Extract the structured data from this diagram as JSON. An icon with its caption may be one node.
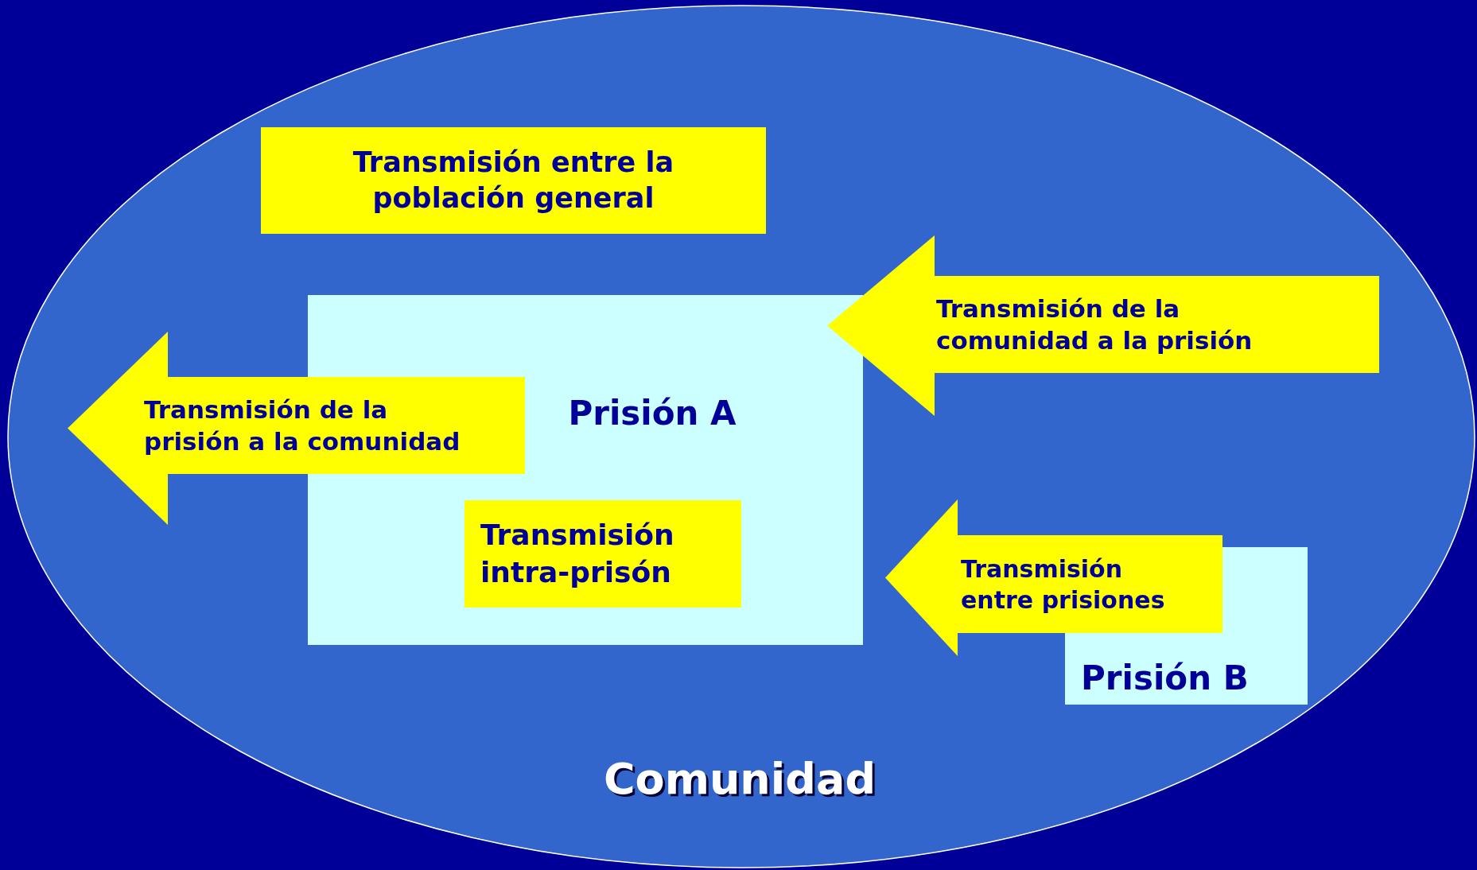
{
  "diagram": {
    "nodes": [
      {
        "text": [
          "Comunidad"
        ]
      },
      {
        "text": [
          "Transmisión entre la población general"
        ],
        "in": 0
      },
      {
        "text": [
          "Prisión A"
        ],
        "in": 0
      },
      {
        "text": [
          "Transmisión intra-prisón"
        ],
        "in": 2
      },
      {
        "text": [
          "Prisión B"
        ],
        "in": 0
      },
      {
        "text": [
          "Transmisión de la prisión a la comunidad"
        ],
        "in": 0
      },
      {
        "text": [
          "Transmisión de la comunidad a la prisión"
        ],
        "in": 0
      },
      {
        "text": [
          "Transmisión entre prisiones"
        ],
        "in": 0
      }
    ]
  }
}
